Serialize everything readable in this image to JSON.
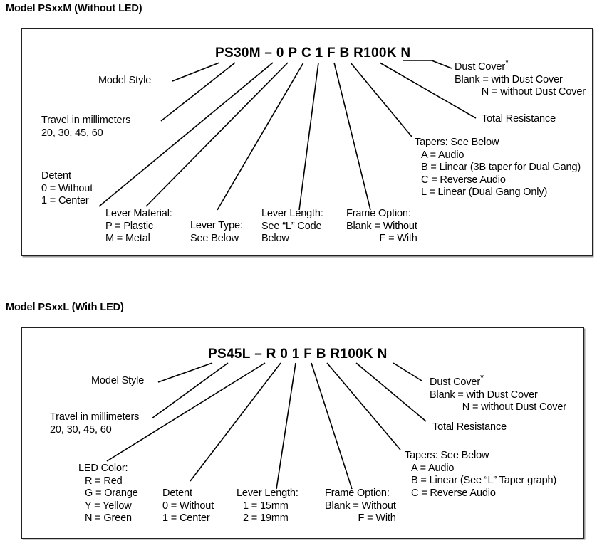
{
  "diagrams": [
    {
      "heading": "Model PSxxM (Without LED)",
      "part_number": {
        "prefix": "PS",
        "travel": "30",
        "suffix": "M",
        "dash": "–",
        "fields": [
          "0",
          "P",
          "C",
          "1",
          "F",
          "B",
          "R100K",
          "N"
        ],
        "full": "PS30M – 0 P C 1 F B R100K N"
      },
      "callouts": {
        "model_style": {
          "title": "Model Style"
        },
        "travel": {
          "title": "Travel in millimeters",
          "lines": [
            "20, 30, 45, 60"
          ]
        },
        "detent": {
          "title": "Detent",
          "lines": [
            "0 = Without",
            "1 = Center"
          ]
        },
        "lever_material": {
          "title": "Lever Material:",
          "lines": [
            "P = Plastic",
            "M = Metal"
          ]
        },
        "lever_type": {
          "title": "Lever Type:",
          "lines": [
            "See Below"
          ]
        },
        "lever_length": {
          "title": "Lever Length:",
          "lines": [
            "See “L” Code",
            "Below"
          ]
        },
        "frame_option": {
          "title": "Frame Option:",
          "lines": [
            "Blank = Without",
            "F = With"
          ]
        },
        "tapers": {
          "title": "Tapers: See Below",
          "lines": [
            "A = Audio",
            "B = Linear (3B taper for Dual Gang)",
            "C = Reverse Audio",
            "L = Linear (Dual Gang Only)"
          ]
        },
        "total_resistance": {
          "title": "Total Resistance"
        },
        "dust_cover": {
          "title": "Dust Cover",
          "footnote_marker": "*",
          "lines": [
            "Blank = with Dust Cover",
            "N = without Dust Cover"
          ]
        }
      }
    },
    {
      "heading": "Model PSxxL (With LED)",
      "part_number": {
        "prefix": "PS",
        "travel": "45",
        "suffix": "L",
        "dash": "–",
        "fields": [
          "R",
          "0",
          "1",
          "F",
          "B",
          "R100K",
          "N"
        ],
        "full": "PS45L – R 0 1 F B R100K N"
      },
      "callouts": {
        "model_style": {
          "title": "Model Style"
        },
        "travel": {
          "title": "Travel in millimeters",
          "lines": [
            "20, 30, 45, 60"
          ]
        },
        "led_color": {
          "title": "LED Color:",
          "lines": [
            "R = Red",
            "G = Orange",
            "Y = Yellow",
            "N = Green"
          ]
        },
        "detent": {
          "title": "Detent",
          "lines": [
            "0 = Without",
            "1 = Center"
          ]
        },
        "lever_length": {
          "title": "Lever Length:",
          "lines": [
            "1 = 15mm",
            "2 = 19mm"
          ]
        },
        "frame_option": {
          "title": "Frame Option:",
          "lines": [
            "Blank = Without",
            "F = With"
          ]
        },
        "tapers": {
          "title": "Tapers: See Below",
          "lines": [
            "A = Audio",
            "B = Linear (See “L” Taper graph)",
            "C = Reverse Audio"
          ]
        },
        "total_resistance": {
          "title": "Total Resistance"
        },
        "dust_cover": {
          "title": "Dust Cover",
          "footnote_marker": "*",
          "lines": [
            "Blank = with Dust Cover",
            "N = without Dust Cover"
          ]
        }
      }
    }
  ],
  "colors": {
    "ink": "#000000",
    "box_border": "#231f20",
    "box_shadow": "#9a9a9a",
    "background": "#ffffff"
  }
}
